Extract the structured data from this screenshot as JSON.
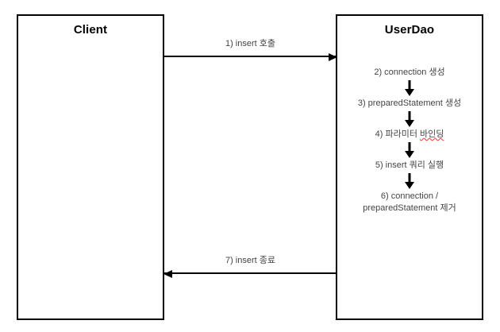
{
  "diagram": {
    "participants": [
      {
        "id": "client",
        "name": "Client"
      },
      {
        "id": "userdao",
        "name": "UserDao"
      }
    ],
    "messages": [
      {
        "id": "insert-call",
        "label": "1) insert 호출",
        "direction": "right",
        "from": "client",
        "to": "userdao"
      },
      {
        "id": "insert-done",
        "label": "7) insert 종료",
        "direction": "left",
        "from": "userdao",
        "to": "client"
      }
    ],
    "steps": [
      {
        "id": "step-2",
        "label": "2) connection 생성"
      },
      {
        "id": "step-3",
        "label": "3) preparedStatement 생성"
      },
      {
        "id": "step-4",
        "label_prefix": "4) 파라미터 ",
        "label_error": "바인딩"
      },
      {
        "id": "step-5",
        "label": "5) insert 쿼리 실행"
      },
      {
        "id": "step-6",
        "label": "6) connection /\npreparedStatement 제거"
      }
    ],
    "arrow_icon": "arrow-down-icon",
    "colors": {
      "stroke": "#000000",
      "text": "#444444",
      "title": "#000000",
      "background": "#ffffff",
      "spell_error": "#e8534a"
    }
  }
}
